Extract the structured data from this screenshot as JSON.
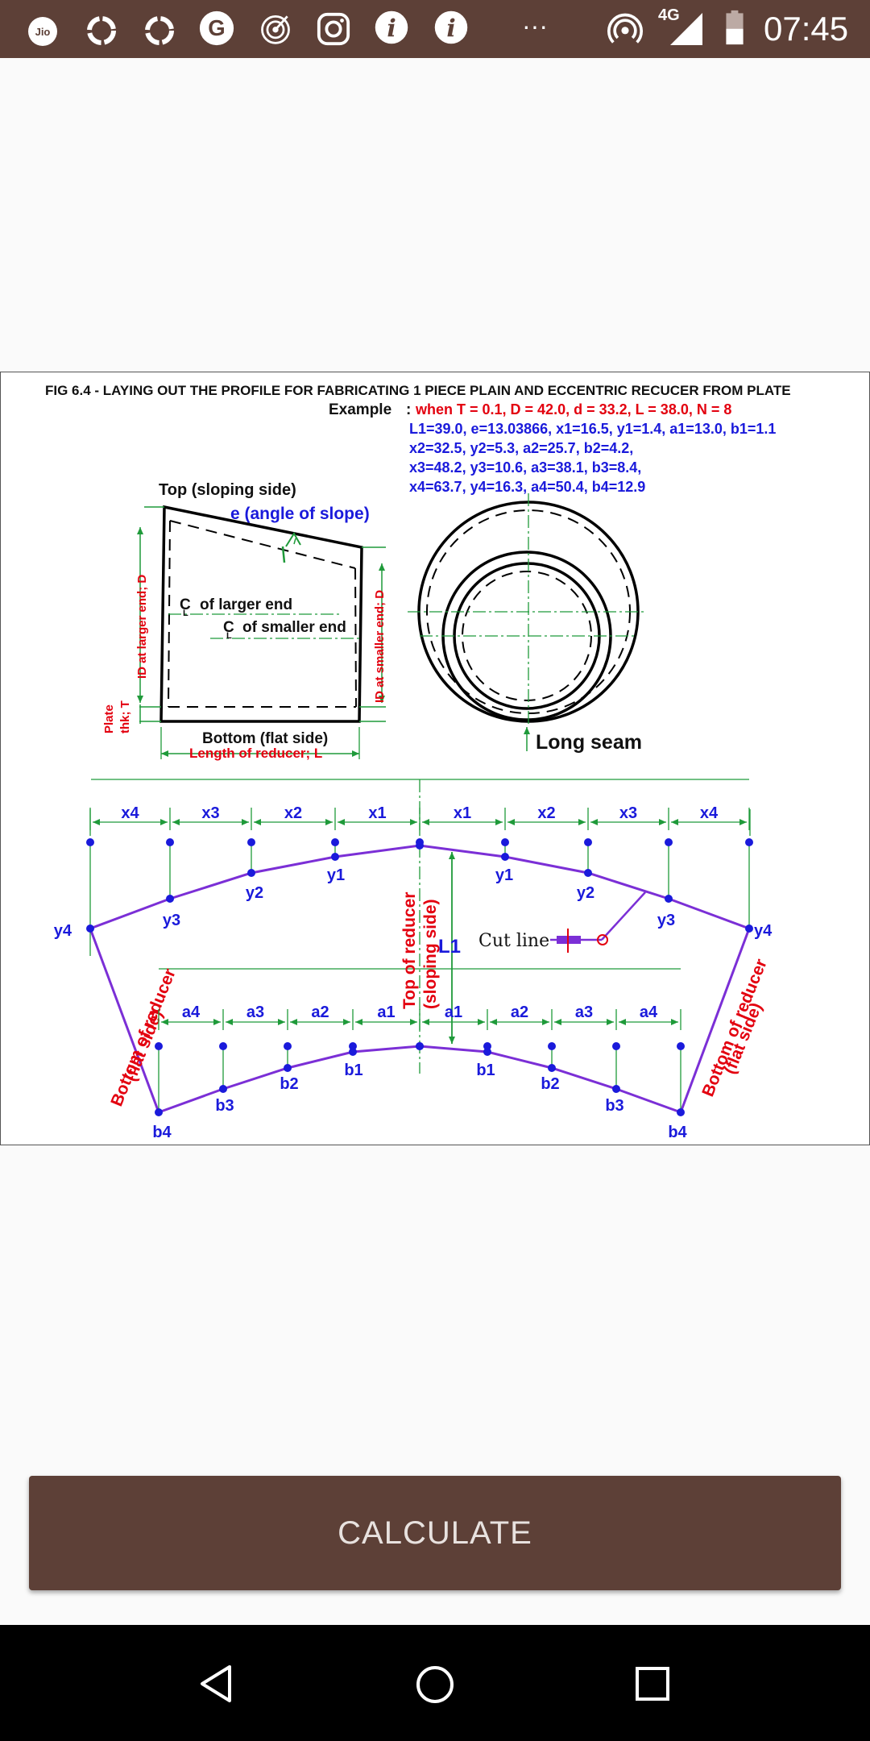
{
  "status_bar": {
    "carrier": "Jio",
    "network": "4G",
    "time": "07:45",
    "overflow": "···",
    "icons": [
      "jio-icon",
      "circle-icon",
      "circle-icon",
      "google-icon",
      "target-app-icon",
      "instagram-icon",
      "info-app-icon",
      "info-app-icon",
      "hotspot-icon",
      "signal-icon",
      "battery-icon"
    ]
  },
  "figure": {
    "title": "FIG 6.4 - LAYING OUT THE PROFILE FOR FABRICATING 1 PIECE PLAIN AND ECCENTRIC RECUCER FROM PLATE",
    "example_label": "Example",
    "example_sep": ":",
    "example_when": "when T = 0.1, D = 42.0,  d = 33.2, L = 38.0, N = 8",
    "example_lines": [
      "L1=39.0, e=13.03866, x1=16.5, y1=1.4, a1=13.0, b1=1.1",
      "x2=32.5, y2=5.3, a2=25.7, b2=4.2,",
      "x3=48.2, y3=10.6, a3=38.1, b3=8.4,",
      "x4=63.7, y4=16.3, a4=50.4, b4=12.9"
    ],
    "side_view": {
      "top_label": "Top (sloping side)",
      "angle_label": "e (angle of slope)",
      "cl_larger": "of  larger end",
      "cl_smaller": "of  smaller end",
      "cl_symbol": "C",
      "cl_sub": "L",
      "bottom_label": "Bottom (flat side)",
      "length_label": "Length of reducer; L",
      "id_larger": "ID at larger end; D",
      "id_smaller": "ID at smaller end; D",
      "plate_thk_1": "Plate",
      "plate_thk_2": "thk; T"
    },
    "end_view": {
      "seam_label": "Long seam"
    },
    "development": {
      "x_labels": [
        "x4",
        "x3",
        "x2",
        "x1",
        "x1",
        "x2",
        "x3",
        "x4"
      ],
      "y_labels": [
        "y4",
        "y3",
        "y2",
        "y1",
        "y1",
        "y2",
        "y3",
        "y4"
      ],
      "a_labels": [
        "a4",
        "a3",
        "a2",
        "a1",
        "a1",
        "a2",
        "a3",
        "a4"
      ],
      "b_labels": [
        "b4",
        "b3",
        "b2",
        "b1",
        "b1",
        "b2",
        "b3",
        "b4"
      ],
      "l1_label": "L1",
      "cut_line_label": "Cut line",
      "top_label_1": "Top of reducer",
      "top_label_2": "(sloping side)",
      "bottom_label_1": "Bottom of reducer",
      "bottom_label_2": "(flat side)"
    },
    "colors": {
      "red": "#e3000f",
      "blue": "#1a1adb",
      "purple": "#7b2fd6",
      "green": "#1f9a3a"
    }
  },
  "calculate_button": {
    "label": "CALCULATE"
  },
  "nav_bar": {
    "icons": [
      "back-icon",
      "home-icon",
      "recents-icon"
    ]
  }
}
